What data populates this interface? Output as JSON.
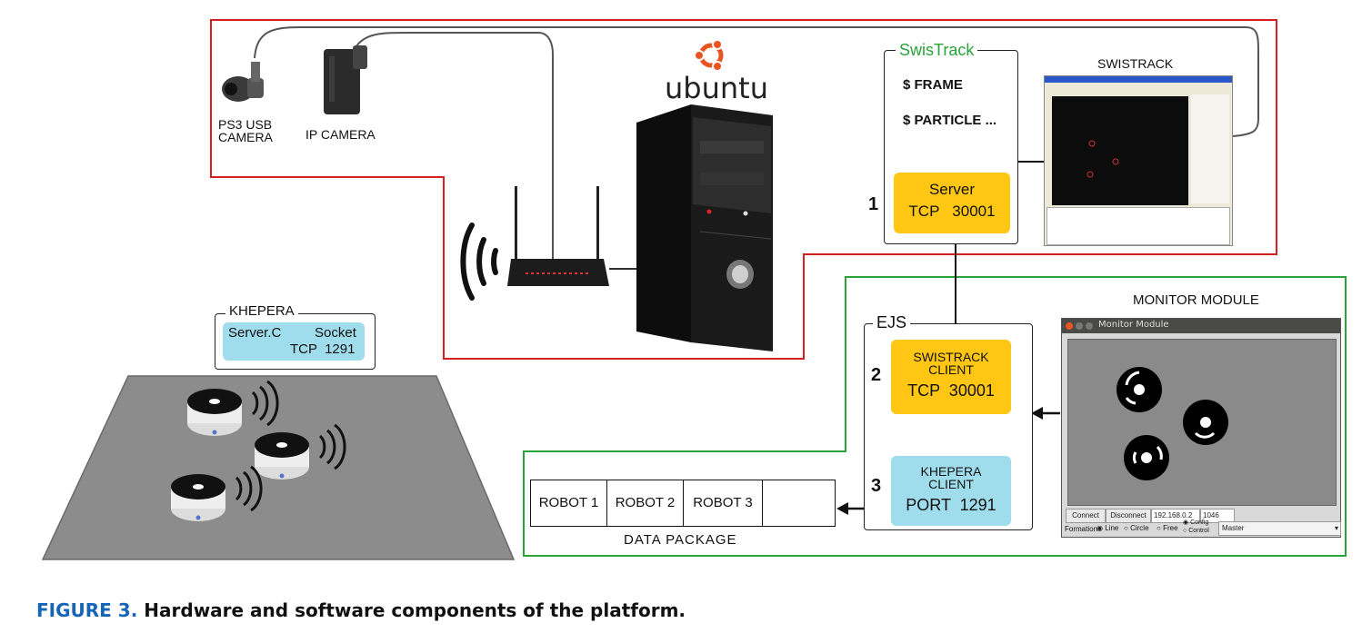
{
  "labels": {
    "ps3_camera": "PS3 USB\nCAMERA",
    "ip_camera": "IP CAMERA",
    "ubuntu": "ubuntu",
    "swistrack_title": "SWISTRACK",
    "monitor_title": "MONITOR MODULE",
    "data_package": "DATA PACKAGE"
  },
  "swistrack_box": {
    "legend": "SwisTrack",
    "cmd1": "$ FRAME",
    "cmd2": "$ PARTICLE ...",
    "server_line1": "Server",
    "server_line2": "TCP   30001",
    "step": "1"
  },
  "ejs_box": {
    "legend": "EJS",
    "swistrack_client_line1": "SWISTRACK",
    "swistrack_client_line2": "CLIENT",
    "swistrack_client_line3": "TCP  30001",
    "khepera_client_line1": "KHEPERA",
    "khepera_client_line2": "CLIENT",
    "khepera_client_line3": "PORT  1291",
    "step2": "2",
    "step3": "3"
  },
  "khepera_box": {
    "legend": "KHEPERA",
    "line1a": "Server.C",
    "line1b": "Socket",
    "line2": "TCP  1291"
  },
  "data_package": {
    "cells": [
      "ROBOT 1",
      "ROBOT 2",
      "ROBOT 3",
      ""
    ]
  },
  "monitor_window": {
    "title": "Monitor Module",
    "connect": "Connect",
    "disconnect": "Disconnect",
    "ip": "192.168.0.2",
    "port": "1046",
    "formation_label": "Formation",
    "opt_line": "Line",
    "opt_circle": "Circle",
    "opt_free": "Free",
    "opt_config": "Config",
    "opt_control": "Control",
    "select_value": "Master"
  },
  "caption": {
    "label": "FIGURE 3.",
    "text": "Hardware and software components of the platform."
  },
  "colors": {
    "red_region": "#d42020",
    "green_region": "#29a33a",
    "yellow_box": "#ffc713",
    "blue_box": "#9fdcec",
    "caption_label": "#1565b8"
  }
}
